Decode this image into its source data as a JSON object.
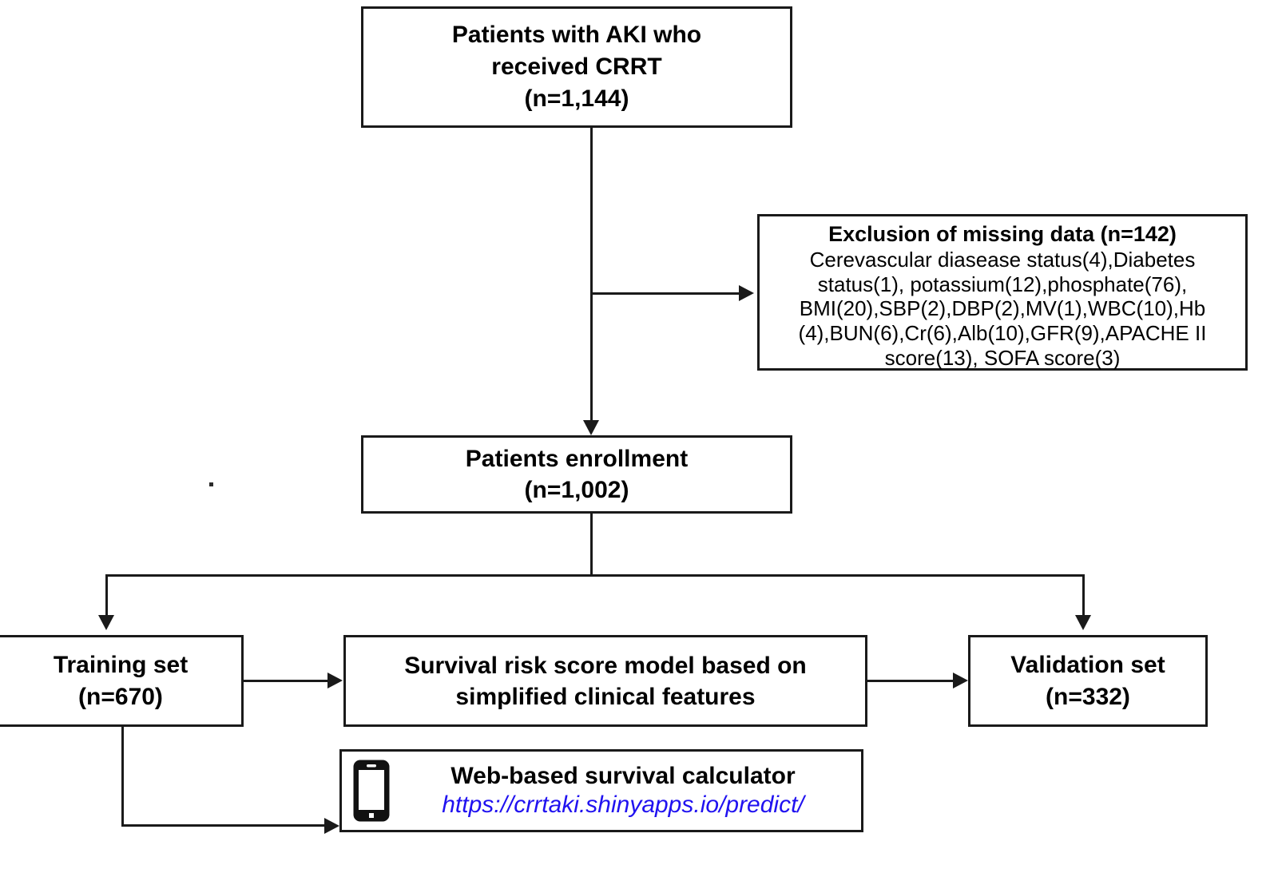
{
  "diagram": {
    "title": "CRRT AKI study flow diagram",
    "accent_url_color": "#2012f0",
    "line_color": "#1a1a1a",
    "nodes": {
      "cohort": {
        "line1": "Patients with AKI who",
        "line2": "received CRRT",
        "line3": "(n=1,144)"
      },
      "exclusion": {
        "title": "Exclusion of missing data (n=142)",
        "line1": "Cerevascular diasease status(4),Diabetes",
        "line2": "status(1), potassium(12),phosphate(76),",
        "line3": "BMI(20),SBP(2),DBP(2),MV(1),WBC(10),Hb",
        "line4": "(4),BUN(6),Cr(6),Alb(10),GFR(9),APACHE II",
        "line5": "score(13), SOFA score(3)"
      },
      "enrollment": {
        "line1": "Patients enrollment",
        "line2": "(n=1,002)"
      },
      "training": {
        "line1": "Training set",
        "line2": "(n=670)"
      },
      "model": {
        "line1": "Survival risk score model based on",
        "line2": "simplified clinical features"
      },
      "validation": {
        "line1": "Validation set",
        "line2": "(n=332)"
      },
      "calculator": {
        "icon": "mobile-phone-icon",
        "title": "Web-based survival calculator",
        "url": "https://crrtaki.shinyapps.io/predict/"
      }
    }
  }
}
